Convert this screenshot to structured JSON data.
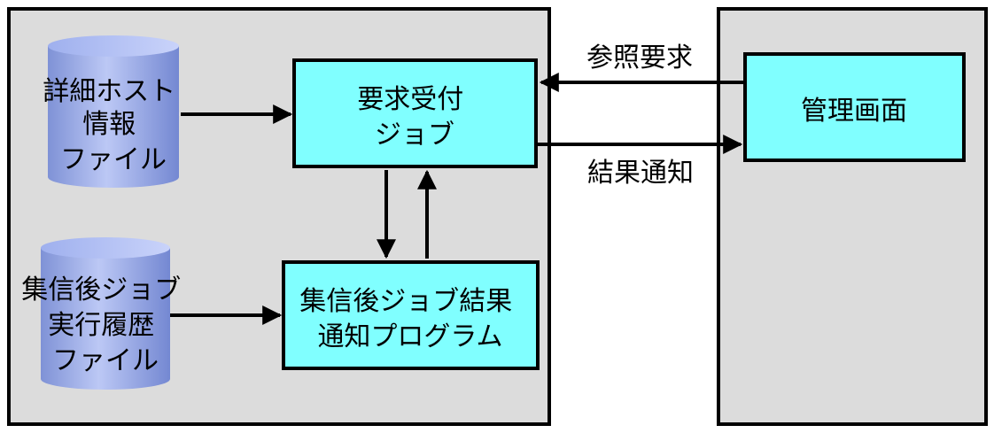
{
  "diagram": {
    "files": {
      "host_info": {
        "lines": [
          "詳細ホスト",
          "情報",
          "ファイル"
        ]
      },
      "exec_history": {
        "lines": [
          "集信後ジョブ",
          "実行履歴",
          "ファイル"
        ]
      }
    },
    "boxes": {
      "request_job": {
        "lines": [
          "要求受付",
          "ジョブ"
        ]
      },
      "notify_program": {
        "lines": [
          "集信後ジョブ結果",
          "通知プログラム"
        ]
      },
      "admin_screen": {
        "label": "管理画面"
      }
    },
    "edges": {
      "reference_request": "参照要求",
      "result_notification": "結果通知"
    }
  }
}
